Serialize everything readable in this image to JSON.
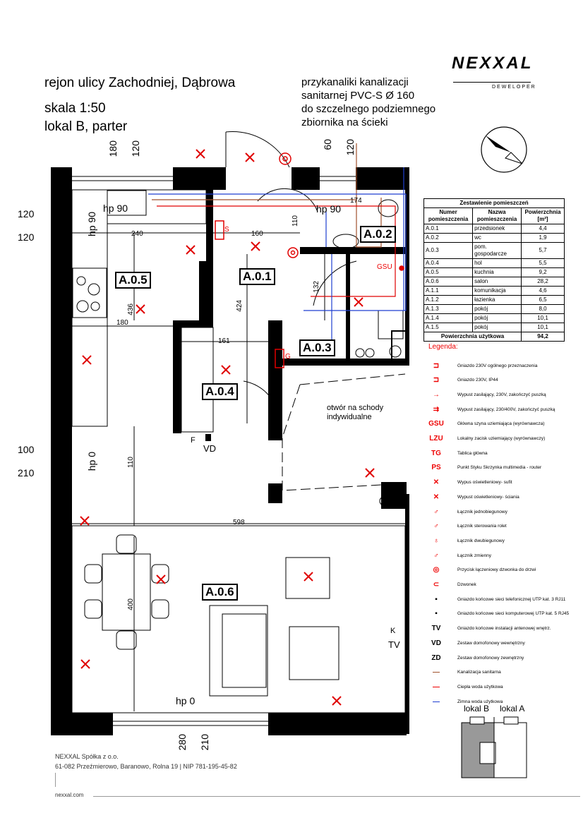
{
  "header": {
    "address": "rejon ulicy Zachodniej, Dąbrowa",
    "scale": "skala 1:50",
    "unit": "lokal B, parter",
    "note": [
      "przykanaliki kanalizacji",
      "sanitarnej PVC-S Ø 160",
      "do szczelnego podziemnego",
      "zbiornika na ścieki"
    ]
  },
  "brand": {
    "name": "NEXXAL",
    "sub": "DEWELOPER"
  },
  "rooms_on_plan": [
    "A.0.1",
    "A.0.2",
    "A.0.3",
    "A.0.4",
    "A.0.5",
    "A.0.6"
  ],
  "dimensions": {
    "d180": "180",
    "d120a": "120",
    "d60": "60",
    "d120b": "120",
    "d174": "174",
    "left120a": "120",
    "left120b": "120",
    "left100": "100",
    "left210": "210",
    "hp90a": "hp 90",
    "hp90b": "hp 90",
    "hp90v": "hp 90",
    "hp0v": "hp 0",
    "hp0": "hp 0",
    "d240": "240",
    "d160": "160",
    "d110a": "110",
    "d132": "132",
    "d424": "424",
    "d436": "436",
    "d180b": "180",
    "d161": "161",
    "d110b": "110",
    "d598": "598",
    "d400": "400",
    "d280": "280",
    "d210": "210",
    "vd": "VD",
    "stairs": [
      "otwór na schody",
      "indywidualne"
    ],
    "gsu": "GSU",
    "s": "S",
    "g": "G",
    "f": "F",
    "k": "K",
    "tv": "TV"
  },
  "table": {
    "title": "Zestawienie pomieszczeń",
    "headers": [
      "Numer pomieszczenia",
      "Nazwa pomieszczenia",
      "Powierzchnia [m²]"
    ],
    "rows": [
      [
        "A.0.1",
        "przedsionek",
        "4,4"
      ],
      [
        "A.0.2",
        "wc",
        "1,9"
      ],
      [
        "A.0.3",
        "pom. gospodarcze",
        "5,7"
      ],
      [
        "A.0.4",
        "hol",
        "5,5"
      ],
      [
        "A.0.5",
        "kuchnia",
        "9,2"
      ],
      [
        "A.0.6",
        "salon",
        "28,2"
      ],
      [
        "A.1.1",
        "komunikacja",
        "4,6"
      ],
      [
        "A.1.2",
        "łazienka",
        "6,5"
      ],
      [
        "A.1.3",
        "pokój",
        "8,0"
      ],
      [
        "A.1.4",
        "pokój",
        "10,1"
      ],
      [
        "A.1.5",
        "pokój",
        "10,1"
      ]
    ],
    "total_label": "Powierzchnia użytkowa",
    "total_value": "94,2"
  },
  "legend": {
    "title": "Legenda:",
    "items": [
      {
        "sym": "⊐",
        "text": "Gniazdo 230V ogólnego przeznaczenia"
      },
      {
        "sym": "⊐",
        "text": "Gniazdo 230V, IP44"
      },
      {
        "sym": "→",
        "text": "Wypust zasilający, 230V, zakończyć puszką"
      },
      {
        "sym": "⇉",
        "text": "Wypust zasilający, 230/400V, zakończyć puszką"
      },
      {
        "sym": "GSU",
        "text": "Główna szyna uziemiająca (wyrównawcza)"
      },
      {
        "sym": "LZU",
        "text": "Lokalny zacisk uziemiający (wyrównawczy)"
      },
      {
        "sym": "TG",
        "text": "Tablica główna"
      },
      {
        "sym": "PS",
        "text": "Punkt Styku Skrzynka multimedia - router"
      },
      {
        "sym": "✕",
        "text": "Wypus oświetleniowy- sufit"
      },
      {
        "sym": "✕",
        "text": "Wypust oświetleniowy- ściania"
      },
      {
        "sym": "♂",
        "text": "Łącznik jednobiegunowy"
      },
      {
        "sym": "♂",
        "text": "Łącznik sterowania rolet"
      },
      {
        "sym": "♁",
        "text": "Łącznik dwubiegunowy"
      },
      {
        "sym": "♂",
        "text": "Łącznik zmienny"
      },
      {
        "sym": "◎",
        "text": "Przycisk łączeniowy dzwonka do drzwi"
      },
      {
        "sym": "⊂",
        "text": "Dzwonek"
      },
      {
        "sym": "▪",
        "text": "Gniazdo końcowe sieci telefonicznej UTP kat. 3 RJ11"
      },
      {
        "sym": "▪",
        "text": "Gniazdo końcowe sieci komputerowej UTP kat. 5 RJ45"
      },
      {
        "sym": "TV",
        "text": "Gniazdo końcowe instalacji antenowej wnętrz."
      },
      {
        "sym": "VD",
        "text": "Zestaw domofonowy wewnętrzny"
      },
      {
        "sym": "ZD",
        "text": "Zestaw domofonowy zewnętrzny"
      },
      {
        "sym": "—",
        "text": "Kanalizacja sanitarna"
      },
      {
        "sym": "—",
        "text": "Ciepła woda użytkowa"
      },
      {
        "sym": "—",
        "text": "Zimna woda użytkowa"
      }
    ],
    "colors": {
      "sewer": "#a0522d",
      "hot": "#e00000",
      "cold": "#1f3fd0",
      "symbols": "#e00000"
    }
  },
  "keyplan": {
    "b": "lokal B",
    "a": "lokal A"
  },
  "footer": {
    "company": "NEXXAL Spółka z o.o.",
    "address": "61-082 Przeźmierowo, Baranowo, Rolna 19 | NIP 781-195-45-82",
    "site": "nexxal.com"
  }
}
